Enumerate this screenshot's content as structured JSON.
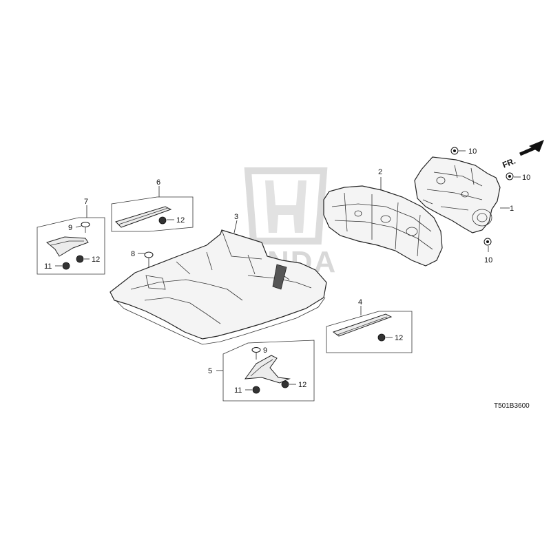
{
  "watermark": {
    "brand": "HONDA"
  },
  "direction_label": "FR.",
  "diagram_code": "T501B3600",
  "callouts": {
    "p1": "1",
    "p2": "2",
    "p3": "3",
    "p4": "4",
    "p5": "5",
    "p6": "6",
    "p7": "7",
    "p8": "8",
    "p9a": "9",
    "p9b": "9",
    "p10a": "10",
    "p10b": "10",
    "p10c": "10",
    "p11a": "11",
    "p11b": "11",
    "p12a": "12",
    "p12b": "12",
    "p12c": "12",
    "p12d": "12"
  }
}
